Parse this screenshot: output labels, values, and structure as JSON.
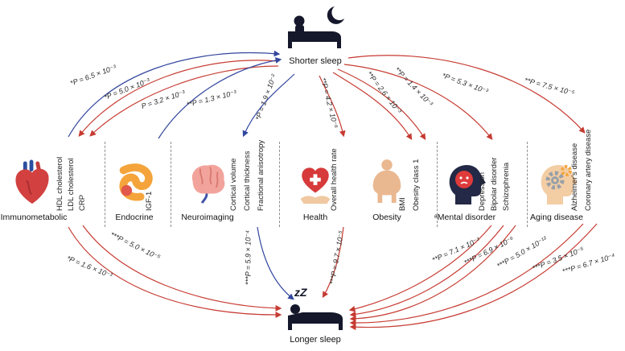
{
  "top_node": {
    "label": "Shorter sleep"
  },
  "bottom_node": {
    "label": "Longer sleep",
    "zzz": "zZ"
  },
  "categories": [
    {
      "label": "Immunometabolic",
      "icon": "anatomical-heart-icon",
      "measures": [
        "HDL cholesterol",
        "LDL cholesterol",
        "CRP"
      ]
    },
    {
      "label": "Endocrine",
      "icon": "pancreas-icon",
      "measures": [
        "IGF-1"
      ]
    },
    {
      "label": "Neuroimaging",
      "icon": "brain-icon",
      "measures": [
        "Cortical volume",
        "Cortical thickness",
        "Fractional anisotropy"
      ]
    },
    {
      "label": "Health",
      "icon": "heart-cross-icon",
      "measures": [
        "Overall health rate"
      ]
    },
    {
      "label": "Obesity",
      "icon": "body-icon",
      "measures": [
        "BMI",
        "Obesity class 1"
      ]
    },
    {
      "label": "ᵃMental disorder",
      "icon": "sad-head-icon",
      "measures": [
        "Depression",
        "Bipolar disorder",
        "Schizophrenia"
      ]
    },
    {
      "label": "Aging disease",
      "icon": "gear-head-icon",
      "measures": [
        "Alzheimer's disease",
        "Coronary artery disease"
      ]
    }
  ],
  "edges": {
    "top": [
      {
        "label": "*P = 6.5 × 10⁻³",
        "color": "blue",
        "from": "HDL cholesterol",
        "to": "Shorter sleep"
      },
      {
        "label": "*P = 5.0 × 10⁻³",
        "color": "red",
        "from": "Shorter sleep",
        "to": "LDL cholesterol"
      },
      {
        "label": "P = 3.2 × 10⁻³",
        "color": "red",
        "from": "Shorter sleep",
        "to": "CRP"
      },
      {
        "label": "**P = 1.3 × 10⁻³",
        "color": "blue",
        "from": "IGF-1",
        "to": "Shorter sleep"
      },
      {
        "label": "*P = 1.9 × 10⁻²",
        "color": "blue",
        "from": "Shorter sleep",
        "to": "Cortical volume"
      },
      {
        "label": "**P = 4.2 × 10⁻⁶",
        "color": "red",
        "from": "Shorter sleep",
        "to": "Overall health rate"
      },
      {
        "label": "**P = 2.6 × 10⁻³",
        "color": "red",
        "from": "Shorter sleep",
        "to": "BMI"
      },
      {
        "label": "**P = 1.4 × 10⁻³",
        "color": "red",
        "from": "Shorter sleep",
        "to": "Obesity class 1"
      },
      {
        "label": "*P = 5.3 × 10⁻³",
        "color": "red",
        "from": "Shorter sleep",
        "to": "Mental disorder"
      },
      {
        "label": "**P = 7.5 × 10⁻⁵",
        "color": "red",
        "from": "Shorter sleep",
        "to": "Aging disease"
      }
    ],
    "bottom": [
      {
        "label": "*P = 1.6 × 10⁻³",
        "color": "red",
        "from": "Immunometabolic",
        "to": "Longer sleep"
      },
      {
        "label": "***P = 5.0 × 10⁻⁵",
        "color": "red",
        "from": "Immunometabolic",
        "to": "Longer sleep"
      },
      {
        "label": "***P = 5.9 × 10⁻⁴",
        "color": "blue",
        "from": "Fractional anisotropy",
        "to": "Longer sleep"
      },
      {
        "label": "***P = 9.7 × 10⁻⁵",
        "color": "red",
        "from": "Overall health rate",
        "to": "Longer sleep"
      },
      {
        "label": "**P = 7.1 × 10⁻³",
        "color": "red",
        "from": "Depression",
        "to": "Longer sleep"
      },
      {
        "label": "***P = 6.9 × 10⁻⁶",
        "color": "red",
        "from": "Bipolar disorder",
        "to": "Longer sleep"
      },
      {
        "label": "***P = 5.0 × 10⁻¹²",
        "color": "red",
        "from": "Schizophrenia",
        "to": "Longer sleep"
      },
      {
        "label": "***P = 3.5 × 10⁻⁵",
        "color": "red",
        "from": "Alzheimer's disease",
        "to": "Longer sleep"
      },
      {
        "label": "***P = 6.7 × 10⁻⁴",
        "color": "red",
        "from": "Coronary artery disease",
        "to": "Longer sleep"
      }
    ]
  },
  "colors": {
    "red": "#c63b32",
    "blue": "#33479e"
  }
}
